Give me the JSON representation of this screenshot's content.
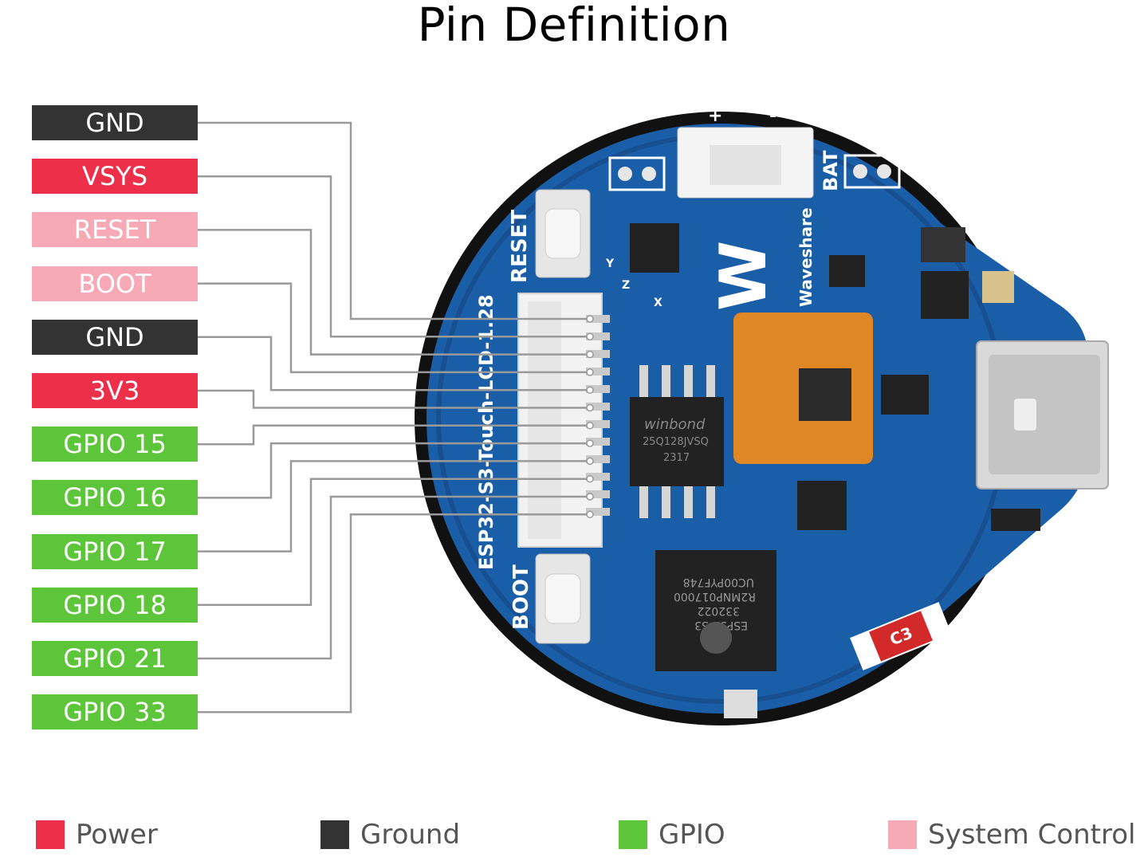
{
  "title": "Pin Definition",
  "colors": {
    "power": "#ee2f4a",
    "ground": "#333333",
    "gpio": "#5cc53a",
    "system_control": "#f7aab5",
    "wire": "#9a9a9a",
    "pcb": "#1b5ea8"
  },
  "pins": [
    {
      "label": "GND",
      "type": "ground"
    },
    {
      "label": "VSYS",
      "type": "power"
    },
    {
      "label": "RESET",
      "type": "system_control"
    },
    {
      "label": "BOOT",
      "type": "system_control"
    },
    {
      "label": "GND",
      "type": "ground"
    },
    {
      "label": "3V3",
      "type": "power"
    },
    {
      "label": "GPIO 15",
      "type": "gpio"
    },
    {
      "label": "GPIO 16",
      "type": "gpio"
    },
    {
      "label": "GPIO 17",
      "type": "gpio"
    },
    {
      "label": "GPIO 18",
      "type": "gpio"
    },
    {
      "label": "GPIO 21",
      "type": "gpio"
    },
    {
      "label": "GPIO 33",
      "type": "gpio"
    }
  ],
  "board": {
    "name": "ESP32-S3-Touch-LCD-1.28",
    "reset_label": "RESET",
    "boot_label": "BOOT",
    "bat_label": "BAT",
    "battery_plus": "+",
    "battery_minus": "-",
    "brand": "Waveshare",
    "flash_brand": "winbond",
    "flash_part": "25Q128JVSQ",
    "flash_code": "2317",
    "mcu_line1": "ESP32-S3",
    "mcu_line2": "332022",
    "mcu_line3": "R2MNP017000",
    "mcu_line4": "UC00PYF748",
    "cap_label": "C3",
    "axis_x": "X",
    "axis_y": "Y",
    "axis_z": "Z"
  },
  "legend": [
    {
      "label": "Power",
      "type": "power"
    },
    {
      "label": "Ground",
      "type": "ground"
    },
    {
      "label": "GPIO",
      "type": "gpio"
    },
    {
      "label": "System Control",
      "type": "system_control"
    }
  ]
}
